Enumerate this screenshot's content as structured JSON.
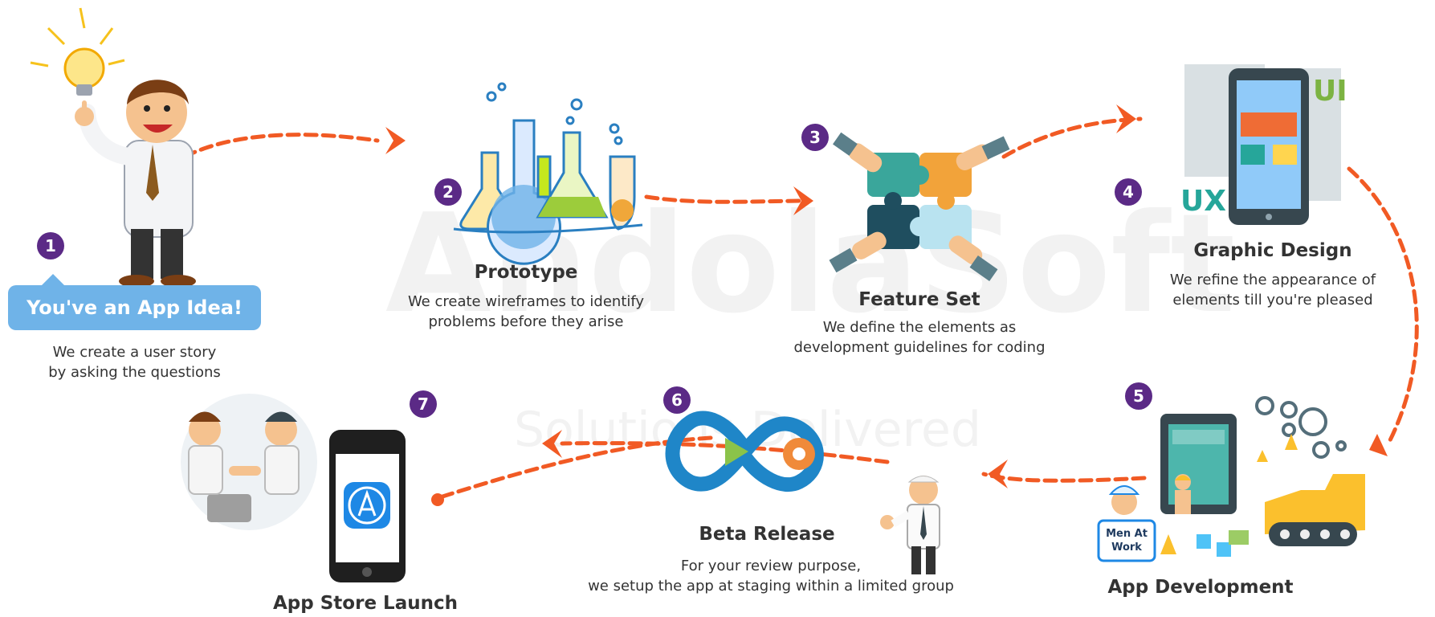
{
  "watermark": {
    "brand": "AndolaSoft",
    "tagline": "Solutions Delivered"
  },
  "steps": [
    {
      "number": "1",
      "title": "You've an App Idea!",
      "desc": [
        "We create a user story",
        "by asking the questions"
      ]
    },
    {
      "number": "2",
      "title": "Prototype",
      "desc": [
        "We create wireframes to identify",
        "problems before they arise"
      ]
    },
    {
      "number": "3",
      "title": "Feature Set",
      "desc": [
        "We define the elements as",
        "development guidelines for coding"
      ]
    },
    {
      "number": "4",
      "title": "Graphic Design",
      "desc": [
        "We refine the appearance of",
        "elements till you're pleased"
      ]
    },
    {
      "number": "5",
      "title": "App Development",
      "desc": []
    },
    {
      "number": "6",
      "title": "Beta Release",
      "desc": [
        "For your review purpose,",
        "we setup the app at staging within a limited group"
      ]
    },
    {
      "number": "7",
      "title": "App Store Launch",
      "desc": []
    }
  ],
  "illustrations": {
    "design_ui": "UI",
    "design_ux": "UX",
    "work_sign": [
      "Men At",
      "Work"
    ]
  },
  "colors": {
    "badge": "#5b2a86",
    "arrow": "#f15a24",
    "callout": "#6fb3e8",
    "infinity": "#1f86c8"
  }
}
